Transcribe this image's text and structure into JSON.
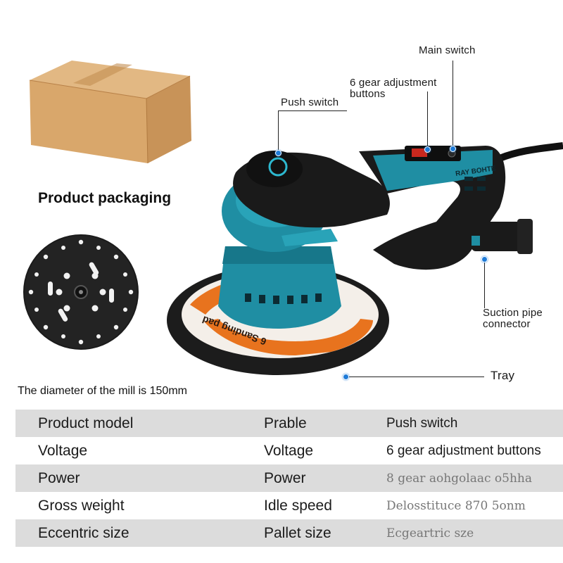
{
  "labels": {
    "product_packaging": "Product packaging",
    "diameter_note": "The diameter of the mill is 150mm",
    "main_switch": "Main switch",
    "gear_buttons": "6 gear adjustment buttons",
    "push_switch": "Push switch",
    "suction_pipe": "Suction pipe connector",
    "tray": "Tray"
  },
  "product_marks": {
    "brand": "RAY BOHTE",
    "pad_text": "6 Sanding pad"
  },
  "table": {
    "rows": [
      {
        "c1": "Product model",
        "c2": "Prable",
        "c3": "Push switch",
        "faded": false
      },
      {
        "c1": "Voltage",
        "c2": "Voltage",
        "c3": "6 gear adjustment buttons",
        "faded": false
      },
      {
        "c1": "Power",
        "c2": "Power",
        "c3": "8 gear aohgolaac o5hha",
        "faded": true
      },
      {
        "c1": "Gross weight",
        "c2": "Idle speed",
        "c3": "Delosstituce 870 5onm",
        "faded": true
      },
      {
        "c1": "Eccentric size",
        "c2": "Pallet size",
        "c3": "Ecgeartric sze",
        "faded": true
      }
    ]
  },
  "colors": {
    "tool_body": "#1f8ea3",
    "tool_black": "#1a1a1a",
    "pad_orange": "#e8731e",
    "box_cardboard": "#d7a96f",
    "table_shade": "#dcdcdc",
    "callout_dot": "#1e7bd8"
  }
}
